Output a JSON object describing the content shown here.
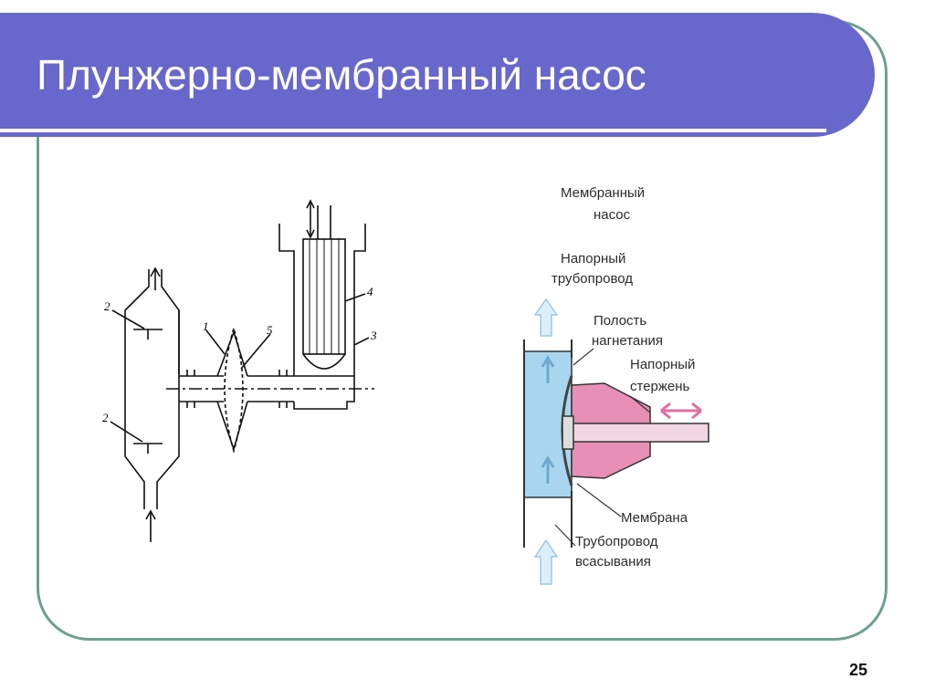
{
  "slide": {
    "title": "Плунжерно-мембранный насос",
    "page_number": "25"
  },
  "left_diagram": {
    "part_numbers": [
      "1",
      "2",
      "2",
      "3",
      "4",
      "5"
    ]
  },
  "right_diagram": {
    "heading_line1": "Мембранный",
    "heading_line2": "насос",
    "discharge_pipe_line1": "Напорный",
    "discharge_pipe_line2": "трубопровод",
    "discharge_cavity_line1": "Полость",
    "discharge_cavity_line2": "нагнетания",
    "rod_line1": "Напорный",
    "rod_line2": "стержень",
    "membrane": "Мембрана",
    "suction_line1": "Трубопровод",
    "suction_line2": "всасывания"
  },
  "colors": {
    "title_bar": "#6867cc",
    "frame_border": "#6e9f8f",
    "pump_chamber": "#a9d6ee",
    "rod_housing": "#e88fb6"
  }
}
